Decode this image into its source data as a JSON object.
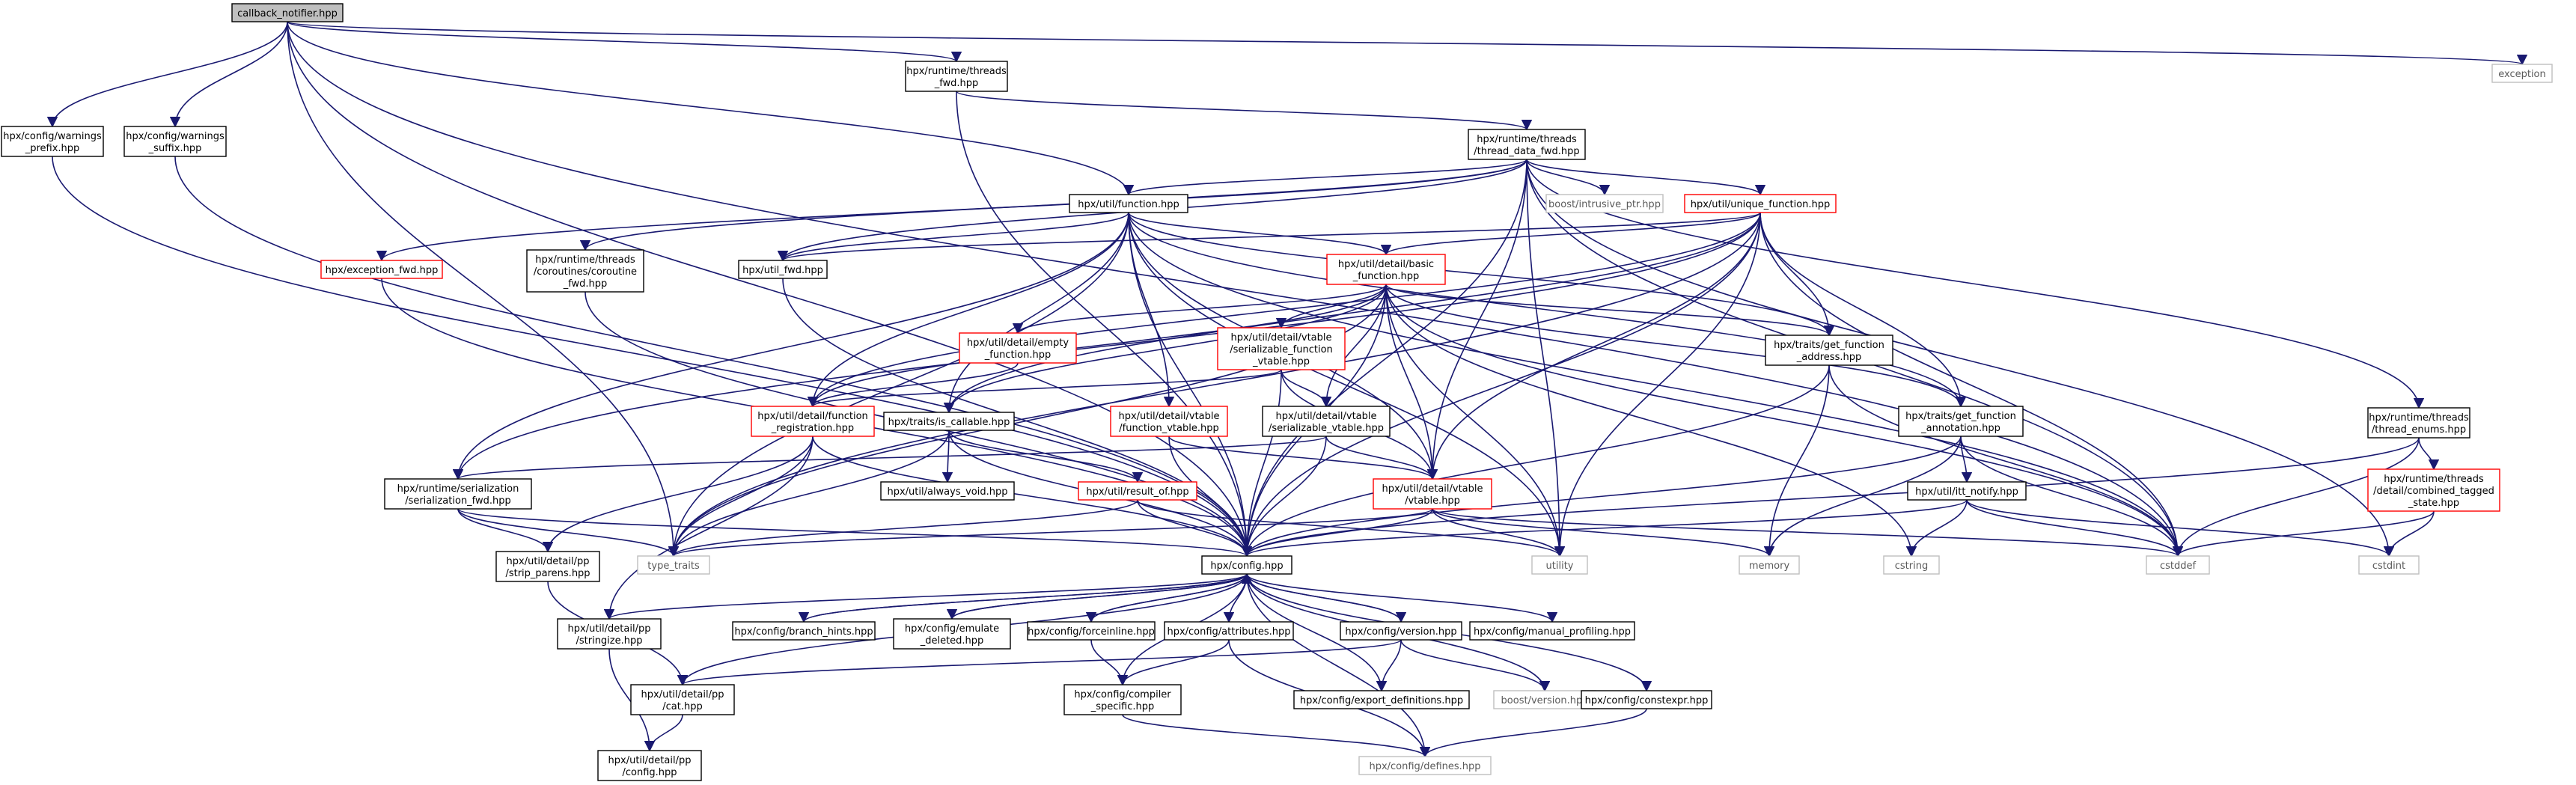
{
  "colors": {
    "edge": "#191970",
    "box_black": "#000000",
    "box_red": "#ff0000",
    "box_gray": "#bfbfbf",
    "root_fill": "#bfbfbf"
  },
  "nodes": [
    {
      "id": "callback_notifier",
      "lines": [
        "callback_notifier.hpp"
      ],
      "style": "root"
    },
    {
      "id": "exception",
      "lines": [
        "exception"
      ],
      "style": "gray"
    },
    {
      "id": "warnings_prefix",
      "lines": [
        "hpx/config/warnings",
        "_prefix.hpp"
      ],
      "style": "black"
    },
    {
      "id": "warnings_suffix",
      "lines": [
        "hpx/config/warnings",
        "_suffix.hpp"
      ],
      "style": "black"
    },
    {
      "id": "threads_fwd",
      "lines": [
        "hpx/runtime/threads",
        "_fwd.hpp"
      ],
      "style": "black"
    },
    {
      "id": "thread_data_fwd",
      "lines": [
        "hpx/runtime/threads",
        "/thread_data_fwd.hpp"
      ],
      "style": "black"
    },
    {
      "id": "util_function",
      "lines": [
        "hpx/util/function.hpp"
      ],
      "style": "black"
    },
    {
      "id": "intrusive_ptr",
      "lines": [
        "boost/intrusive_ptr.hpp"
      ],
      "style": "gray"
    },
    {
      "id": "unique_function",
      "lines": [
        "hpx/util/unique_function.hpp"
      ],
      "style": "red"
    },
    {
      "id": "exception_fwd",
      "lines": [
        "hpx/exception_fwd.hpp"
      ],
      "style": "red"
    },
    {
      "id": "coroutine_fwd",
      "lines": [
        "hpx/runtime/threads",
        "/coroutines/coroutine",
        "_fwd.hpp"
      ],
      "style": "black"
    },
    {
      "id": "util_fwd",
      "lines": [
        "hpx/util_fwd.hpp"
      ],
      "style": "black"
    },
    {
      "id": "basic_function",
      "lines": [
        "hpx/util/detail/basic",
        "_function.hpp"
      ],
      "style": "red"
    },
    {
      "id": "empty_function",
      "lines": [
        "hpx/util/detail/empty",
        "_function.hpp"
      ],
      "style": "red"
    },
    {
      "id": "serializable_function_vtable",
      "lines": [
        "hpx/util/detail/vtable",
        "/serializable_function",
        "_vtable.hpp"
      ],
      "style": "red"
    },
    {
      "id": "get_function_address",
      "lines": [
        "hpx/traits/get_function",
        "_address.hpp"
      ],
      "style": "black"
    },
    {
      "id": "thread_enums",
      "lines": [
        "hpx/runtime/threads",
        "/thread_enums.hpp"
      ],
      "style": "black"
    },
    {
      "id": "function_registration",
      "lines": [
        "hpx/util/detail/function",
        "_registration.hpp"
      ],
      "style": "red"
    },
    {
      "id": "is_callable",
      "lines": [
        "hpx/traits/is_callable.hpp"
      ],
      "style": "black"
    },
    {
      "id": "function_vtable",
      "lines": [
        "hpx/util/detail/vtable",
        "/function_vtable.hpp"
      ],
      "style": "red"
    },
    {
      "id": "serializable_vtable",
      "lines": [
        "hpx/util/detail/vtable",
        "/serializable_vtable.hpp"
      ],
      "style": "black"
    },
    {
      "id": "get_function_annotation",
      "lines": [
        "hpx/traits/get_function",
        "_annotation.hpp"
      ],
      "style": "black"
    },
    {
      "id": "combined_tagged_state",
      "lines": [
        "hpx/runtime/threads",
        "/detail/combined_tagged",
        "_state.hpp"
      ],
      "style": "red"
    },
    {
      "id": "serialization_fwd",
      "lines": [
        "hpx/runtime/serialization",
        "/serialization_fwd.hpp"
      ],
      "style": "black"
    },
    {
      "id": "always_void",
      "lines": [
        "hpx/util/always_void.hpp"
      ],
      "style": "black"
    },
    {
      "id": "result_of",
      "lines": [
        "hpx/util/result_of.hpp"
      ],
      "style": "red"
    },
    {
      "id": "vtable",
      "lines": [
        "hpx/util/detail/vtable",
        "/vtable.hpp"
      ],
      "style": "red"
    },
    {
      "id": "itt_notify",
      "lines": [
        "hpx/util/itt_notify.hpp"
      ],
      "style": "black"
    },
    {
      "id": "strip_parens",
      "lines": [
        "hpx/util/detail/pp",
        "/strip_parens.hpp"
      ],
      "style": "black"
    },
    {
      "id": "type_traits",
      "lines": [
        "type_traits"
      ],
      "style": "gray"
    },
    {
      "id": "config",
      "lines": [
        "hpx/config.hpp"
      ],
      "style": "black"
    },
    {
      "id": "utility",
      "lines": [
        "utility"
      ],
      "style": "gray"
    },
    {
      "id": "memory",
      "lines": [
        "memory"
      ],
      "style": "gray"
    },
    {
      "id": "cstring",
      "lines": [
        "cstring"
      ],
      "style": "gray"
    },
    {
      "id": "cstddef",
      "lines": [
        "cstddef"
      ],
      "style": "gray"
    },
    {
      "id": "cstdint",
      "lines": [
        "cstdint"
      ],
      "style": "gray"
    },
    {
      "id": "stringize",
      "lines": [
        "hpx/util/detail/pp",
        "/stringize.hpp"
      ],
      "style": "black"
    },
    {
      "id": "branch_hints",
      "lines": [
        "hpx/config/branch_hints.hpp"
      ],
      "style": "black"
    },
    {
      "id": "emulate_deleted",
      "lines": [
        "hpx/config/emulate",
        "_deleted.hpp"
      ],
      "style": "black"
    },
    {
      "id": "forceinline",
      "lines": [
        "hpx/config/forceinline.hpp"
      ],
      "style": "black"
    },
    {
      "id": "attributes",
      "lines": [
        "hpx/config/attributes.hpp"
      ],
      "style": "black"
    },
    {
      "id": "config_version",
      "lines": [
        "hpx/config/version.hpp"
      ],
      "style": "black"
    },
    {
      "id": "manual_profiling",
      "lines": [
        "hpx/config/manual_profiling.hpp"
      ],
      "style": "black"
    },
    {
      "id": "pp_cat",
      "lines": [
        "hpx/util/detail/pp",
        "/cat.hpp"
      ],
      "style": "black"
    },
    {
      "id": "compiler_specific",
      "lines": [
        "hpx/config/compiler",
        "_specific.hpp"
      ],
      "style": "black"
    },
    {
      "id": "export_definitions",
      "lines": [
        "hpx/config/export_definitions.hpp"
      ],
      "style": "black"
    },
    {
      "id": "boost_version",
      "lines": [
        "boost/version.hpp"
      ],
      "style": "gray"
    },
    {
      "id": "constexpr",
      "lines": [
        "hpx/config/constexpr.hpp"
      ],
      "style": "black"
    },
    {
      "id": "pp_config",
      "lines": [
        "hpx/util/detail/pp",
        "/config.hpp"
      ],
      "style": "black"
    },
    {
      "id": "defines",
      "lines": [
        "hpx/config/defines.hpp"
      ],
      "style": "gray"
    }
  ],
  "edges": [
    [
      "callback_notifier",
      "exception"
    ],
    [
      "callback_notifier",
      "warnings_prefix"
    ],
    [
      "callback_notifier",
      "warnings_suffix"
    ],
    [
      "callback_notifier",
      "threads_fwd"
    ],
    [
      "callback_notifier",
      "util_function"
    ],
    [
      "callback_notifier",
      "type_traits"
    ],
    [
      "callback_notifier",
      "config"
    ],
    [
      "callback_notifier",
      "cstddef"
    ],
    [
      "warnings_prefix",
      "config"
    ],
    [
      "warnings_suffix",
      "config"
    ],
    [
      "threads_fwd",
      "thread_data_fwd"
    ],
    [
      "threads_fwd",
      "config"
    ],
    [
      "thread_data_fwd",
      "util_function"
    ],
    [
      "thread_data_fwd",
      "intrusive_ptr"
    ],
    [
      "thread_data_fwd",
      "unique_function"
    ],
    [
      "thread_data_fwd",
      "exception_fwd"
    ],
    [
      "thread_data_fwd",
      "coroutine_fwd"
    ],
    [
      "thread_data_fwd",
      "util_fwd"
    ],
    [
      "thread_data_fwd",
      "thread_enums"
    ],
    [
      "thread_data_fwd",
      "config"
    ],
    [
      "thread_data_fwd",
      "cstddef"
    ],
    [
      "thread_data_fwd",
      "cstdint"
    ],
    [
      "thread_data_fwd",
      "vtable"
    ],
    [
      "thread_data_fwd",
      "utility"
    ],
    [
      "util_function",
      "util_fwd"
    ],
    [
      "util_function",
      "basic_function"
    ],
    [
      "util_function",
      "function_registration"
    ],
    [
      "util_function",
      "is_callable"
    ],
    [
      "util_function",
      "function_vtable"
    ],
    [
      "util_function",
      "get_function_address"
    ],
    [
      "util_function",
      "get_function_annotation"
    ],
    [
      "util_function",
      "serialization_fwd"
    ],
    [
      "util_function",
      "vtable"
    ],
    [
      "util_function",
      "config"
    ],
    [
      "util_function",
      "type_traits"
    ],
    [
      "util_function",
      "utility"
    ],
    [
      "util_function",
      "cstddef"
    ],
    [
      "unique_function",
      "util_fwd"
    ],
    [
      "unique_function",
      "basic_function"
    ],
    [
      "unique_function",
      "function_registration"
    ],
    [
      "unique_function",
      "is_callable"
    ],
    [
      "unique_function",
      "get_function_address"
    ],
    [
      "unique_function",
      "get_function_annotation"
    ],
    [
      "unique_function",
      "serialization_fwd"
    ],
    [
      "unique_function",
      "vtable"
    ],
    [
      "unique_function",
      "config"
    ],
    [
      "unique_function",
      "type_traits"
    ],
    [
      "unique_function",
      "utility"
    ],
    [
      "unique_function",
      "cstddef"
    ],
    [
      "exception_fwd",
      "config"
    ],
    [
      "coroutine_fwd",
      "config"
    ],
    [
      "util_fwd",
      "config"
    ],
    [
      "basic_function",
      "empty_function"
    ],
    [
      "basic_function",
      "serializable_function_vtable"
    ],
    [
      "basic_function",
      "get_function_address"
    ],
    [
      "basic_function",
      "function_registration"
    ],
    [
      "basic_function",
      "is_callable"
    ],
    [
      "basic_function",
      "serializable_vtable"
    ],
    [
      "basic_function",
      "get_function_annotation"
    ],
    [
      "basic_function",
      "vtable"
    ],
    [
      "basic_function",
      "config"
    ],
    [
      "basic_function",
      "type_traits"
    ],
    [
      "basic_function",
      "utility"
    ],
    [
      "basic_function",
      "cstring"
    ],
    [
      "basic_function",
      "cstddef"
    ],
    [
      "empty_function",
      "function_registration"
    ],
    [
      "serializable_function_vtable",
      "function_registration"
    ],
    [
      "serializable_function_vtable",
      "serializable_vtable"
    ],
    [
      "serializable_function_vtable",
      "vtable"
    ],
    [
      "serializable_function_vtable",
      "config"
    ],
    [
      "get_function_address",
      "config"
    ],
    [
      "get_function_address",
      "memory"
    ],
    [
      "get_function_address",
      "cstddef"
    ],
    [
      "thread_enums",
      "combined_tagged_state"
    ],
    [
      "thread_enums",
      "config"
    ],
    [
      "thread_enums",
      "cstddef"
    ],
    [
      "function_registration",
      "config"
    ],
    [
      "function_registration",
      "strip_parens"
    ],
    [
      "function_registration",
      "type_traits"
    ],
    [
      "function_registration",
      "stringize"
    ],
    [
      "is_callable",
      "always_void"
    ],
    [
      "is_callable",
      "result_of"
    ],
    [
      "is_callable",
      "config"
    ],
    [
      "is_callable",
      "type_traits"
    ],
    [
      "function_vtable",
      "vtable"
    ],
    [
      "function_vtable",
      "config"
    ],
    [
      "serializable_vtable",
      "serialization_fwd"
    ],
    [
      "serializable_vtable",
      "vtable"
    ],
    [
      "serializable_vtable",
      "config"
    ],
    [
      "get_function_annotation",
      "itt_notify"
    ],
    [
      "get_function_annotation",
      "config"
    ],
    [
      "get_function_annotation",
      "cstddef"
    ],
    [
      "get_function_annotation",
      "memory"
    ],
    [
      "combined_tagged_state",
      "cstddef"
    ],
    [
      "combined_tagged_state",
      "cstdint"
    ],
    [
      "serialization_fwd",
      "config"
    ],
    [
      "serialization_fwd",
      "strip_parens"
    ],
    [
      "serialization_fwd",
      "type_traits"
    ],
    [
      "result_of",
      "config"
    ],
    [
      "result_of",
      "type_traits"
    ],
    [
      "result_of",
      "utility"
    ],
    [
      "vtable",
      "config"
    ],
    [
      "vtable",
      "type_traits"
    ],
    [
      "vtable",
      "utility"
    ],
    [
      "vtable",
      "memory"
    ],
    [
      "vtable",
      "cstddef"
    ],
    [
      "itt_notify",
      "config"
    ],
    [
      "itt_notify",
      "cstring"
    ],
    [
      "itt_notify",
      "cstddef"
    ],
    [
      "itt_notify",
      "cstdint"
    ],
    [
      "strip_parens",
      "pp_cat"
    ],
    [
      "config",
      "stringize"
    ],
    [
      "config",
      "branch_hints"
    ],
    [
      "config",
      "emulate_deleted"
    ],
    [
      "config",
      "forceinline"
    ],
    [
      "config",
      "attributes"
    ],
    [
      "config",
      "config_version"
    ],
    [
      "config",
      "manual_profiling"
    ],
    [
      "config",
      "pp_cat"
    ],
    [
      "config",
      "compiler_specific"
    ],
    [
      "config",
      "export_definitions"
    ],
    [
      "config",
      "boost_version"
    ],
    [
      "config",
      "constexpr"
    ],
    [
      "config",
      "defines"
    ],
    [
      "stringize",
      "pp_config"
    ],
    [
      "pp_cat",
      "pp_config"
    ],
    [
      "forceinline",
      "compiler_specific"
    ],
    [
      "attributes",
      "compiler_specific"
    ],
    [
      "attributes",
      "defines"
    ],
    [
      "config_version",
      "export_definitions"
    ],
    [
      "config_version",
      "boost_version"
    ],
    [
      "config_version",
      "pp_cat"
    ],
    [
      "compiler_specific",
      "defines"
    ],
    [
      "constexpr",
      "defines"
    ],
    [
      "emulate_deleted",
      "config"
    ],
    [
      "forceinline",
      "config"
    ],
    [
      "config_version",
      "config"
    ],
    [
      "branch_hints",
      "config"
    ]
  ]
}
